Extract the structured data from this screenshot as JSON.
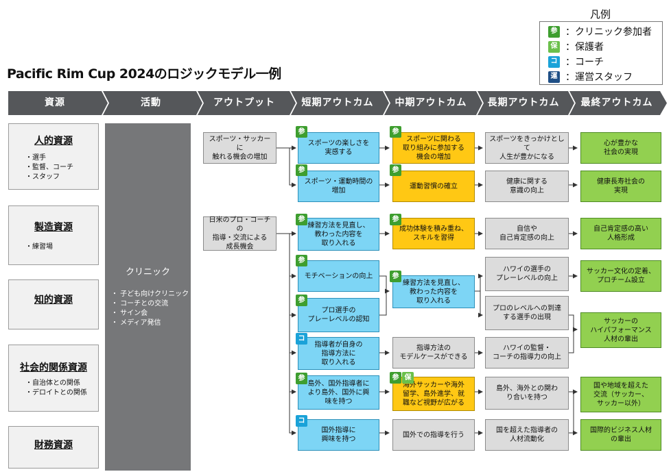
{
  "title": "Pacific Rim Cup 2024のロジックモデル一例",
  "legend": {
    "title": "凡例",
    "items": [
      {
        "badge": "参",
        "label": "：クリニック参加者",
        "color": "#3e9e2f"
      },
      {
        "badge": "保",
        "label": "：保護者",
        "color": "#6bc04b"
      },
      {
        "badge": "コ",
        "label": "：コーチ",
        "color": "#1aa2d8"
      },
      {
        "badge": "運",
        "label": "：運営スタッフ",
        "color": "#1f4f86"
      }
    ]
  },
  "headers": [
    "資源",
    "活動",
    "アウトプット",
    "短期アウトカム",
    "中期アウトカム",
    "長期アウトカム",
    "最終アウトカム"
  ],
  "resources": [
    {
      "title": "人的資源",
      "items": [
        "・選手",
        "・監督、コーチ",
        "・スタッフ"
      ]
    },
    {
      "title": "製造資源",
      "items": [
        "・練習場"
      ]
    },
    {
      "title": "知的資源",
      "items": []
    },
    {
      "title": "社会的関係資源",
      "items": [
        "・自治体との関係",
        "・デロイトとの関係"
      ]
    },
    {
      "title": "財務資源",
      "items": []
    }
  ],
  "activity": {
    "title": "クリニック",
    "items": [
      "・ 子ども向けクリニック",
      "・ コーチとの交流",
      "・ サイン会",
      "・ メディア発信"
    ]
  },
  "outputs": [
    "スポーツ・サッカーに\n触れる機会の増加",
    "日米のプロ・コーチの\n指導・交流による\n成長機会"
  ],
  "short_term": [
    {
      "text": "スポーツの楽しさを\n実感する",
      "badges": [
        "参"
      ]
    },
    {
      "text": "スポーツ・運動時間の\n増加",
      "badges": [
        "参"
      ]
    },
    {
      "text": "練習方法を見直し、\n教わった内容を\n取り入れる",
      "badges": [
        "参"
      ]
    },
    {
      "text": "モチベーションの向上",
      "badges": [
        "参"
      ]
    },
    {
      "text": "プロ選手の\nプレーレベルの認知",
      "badges": [
        "参"
      ]
    },
    {
      "text": "指導者が自身の\n指導方法に\n取り入れる",
      "badges": [
        "コ"
      ]
    },
    {
      "text": "島外、国外指導者に\nより島外、国外に興\n味を持つ",
      "badges": [
        "参"
      ]
    },
    {
      "text": "国外指導に\n興味を持つ",
      "badges": [
        "コ"
      ]
    }
  ],
  "mid_term": [
    {
      "text": "スポーツに関わる\n取り組みに参加する\n機会の増加",
      "badges": [
        "参"
      ]
    },
    {
      "text": "運動習慣の確立",
      "badges": [
        "参"
      ]
    },
    {
      "text": "成功体験を積み重ね、\nスキルを習得",
      "badges": [
        "参"
      ]
    },
    {
      "text": "練習方法を見直し、\n教わった内容を\n取り入れる",
      "badges": [
        "参"
      ]
    },
    {
      "text": "指導方法の\nモデルケースができる",
      "badges": []
    },
    {
      "text": "海外サッカーや海外\n留学、島外進学、就\n職など視野が広がる",
      "badges": [
        "参",
        "保"
      ]
    },
    {
      "text": "国外での指導を行う",
      "badges": []
    }
  ],
  "long_term": [
    "スポーツをきっかけとして\n人生が豊かになる",
    "健康に関する\n意識の向上",
    "自信や\n自己肯定感の向上",
    "ハワイの選手の\nプレーレベルの向上",
    "プロのレベルへの到達\nする選手の出現",
    "ハワイの監督・\nコーチの指導力の向上",
    "島外、海外との関わ\nり合いを持つ",
    "国を超えた指導者の\n人材流動化"
  ],
  "final": [
    "心が豊かな\n社会の実現",
    "健康長寿社会の\n実現",
    "自己肯定感の高い\n人格形成",
    "サッカー文化の定着、\nプロチーム設立",
    "サッカーの\nハイパフォーマンス\n人材の輩出",
    "国や地域を超えた\n交流（サッカー、\nサッカー以外）",
    "国際的ビジネス人材\nの輩出"
  ],
  "colors": {
    "header": "#55575a",
    "activity": "#767779",
    "short_term": "#7dd5f5",
    "mid_term": "#ffc814",
    "final": "#92d050"
  }
}
